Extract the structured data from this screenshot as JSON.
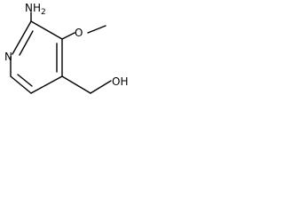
{
  "molecule": {
    "name": "",
    "atoms": {
      "amine": "NH2",
      "ring_nitrogen": "N",
      "methoxy_oxygen": "O",
      "hydroxyl": "OH"
    }
  }
}
